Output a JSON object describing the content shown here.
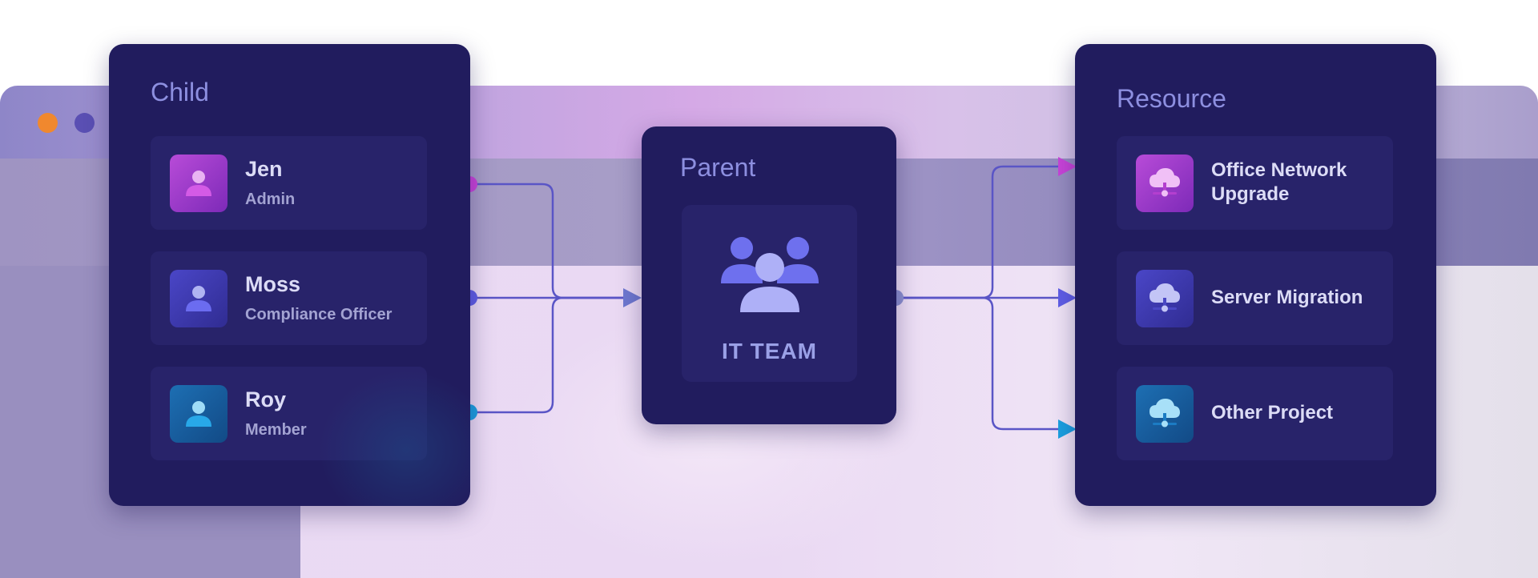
{
  "child_panel": {
    "title": "Child",
    "members": [
      {
        "name": "Jen",
        "role": "Admin"
      },
      {
        "name": "Moss",
        "role": "Compliance Officer"
      },
      {
        "name": "Roy",
        "role": "Member"
      }
    ]
  },
  "parent_panel": {
    "title": "Parent",
    "team_label": "IT TEAM"
  },
  "resource_panel": {
    "title": "Resource",
    "items": [
      {
        "line1": "Office Network",
        "line2": "Upgrade"
      },
      {
        "line1": "Server Migration"
      },
      {
        "line1": "Other Project"
      }
    ]
  },
  "colors": {
    "panel": "#211c5e",
    "card": "#28236a",
    "connector": "#5a55c6",
    "pink": "#c844d8",
    "blue": "#5f5ee6",
    "cyan": "#1aa0e0"
  },
  "icons": {
    "members": "user-icon",
    "team": "team-icon",
    "resources": "cloud-network-icon"
  }
}
